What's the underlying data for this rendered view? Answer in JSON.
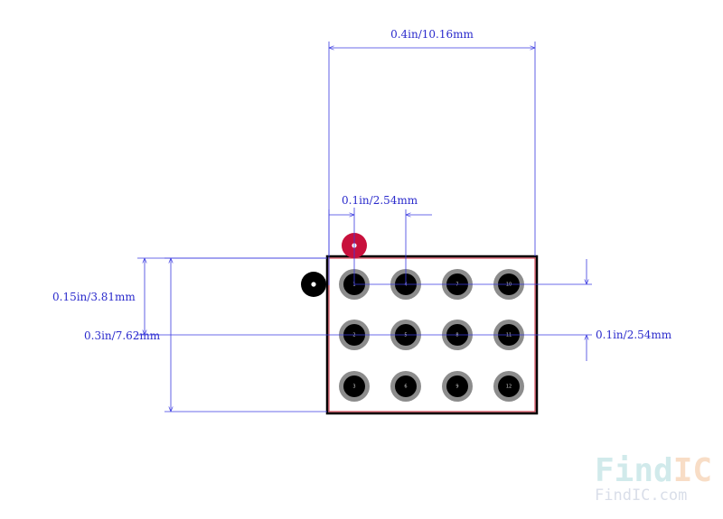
{
  "dimensions": {
    "width_total": "0.4in/10.16mm",
    "pitch_horizontal": "0.1in/2.54mm",
    "row_offset": "0.15in/3.81mm",
    "height_total": "0.3in/7.62mm",
    "pitch_vertical": "0.1in/2.54mm"
  },
  "pins": [
    {
      "number": "1"
    },
    {
      "number": "2"
    },
    {
      "number": "3"
    },
    {
      "number": "4"
    },
    {
      "number": "5"
    },
    {
      "number": "6"
    },
    {
      "number": "7"
    },
    {
      "number": "8"
    },
    {
      "number": "9"
    },
    {
      "number": "10"
    },
    {
      "number": "11"
    },
    {
      "number": "12"
    }
  ],
  "watermark": {
    "logo_part1": "Find",
    "logo_part2": "IC",
    "url": "FindIC.com"
  },
  "colors": {
    "dimension": "#3a3ae0",
    "pad_ring": "#8c8c8c",
    "pad_hole": "#000000",
    "outline": "#000000",
    "pin1_marker": "#c8103c",
    "watermark_teal": "#cfe9ea",
    "watermark_orange": "#f8dcc4"
  }
}
